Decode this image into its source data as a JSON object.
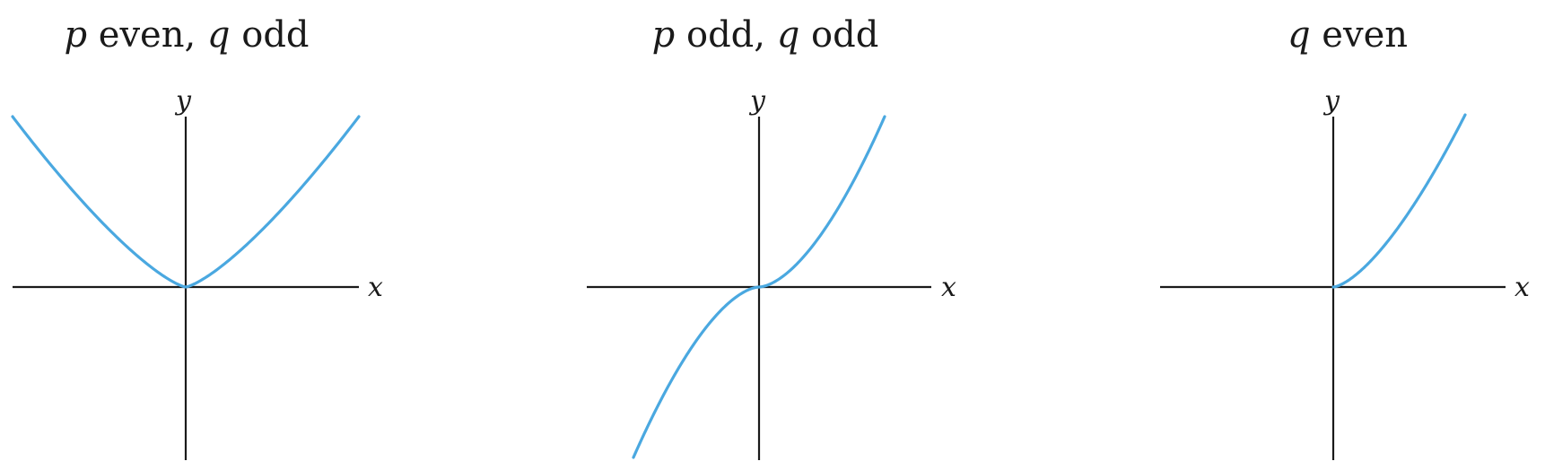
{
  "colors": {
    "curve": "#4aa8e0",
    "axis": "#1a1a1a"
  },
  "panels": [
    {
      "title": {
        "var1": "p",
        "text1": " even, ",
        "var2": "q",
        "text2": " odd"
      },
      "xlabel": "x",
      "ylabel": "y",
      "curve_type": "even-power"
    },
    {
      "title": {
        "var1": "p",
        "text1": " odd, ",
        "var2": "q",
        "text2": " odd"
      },
      "xlabel": "x",
      "ylabel": "y",
      "curve_type": "odd-power"
    },
    {
      "title": {
        "var1": "q",
        "text1": " even"
      },
      "xlabel": "x",
      "ylabel": "y",
      "curve_type": "half-power"
    }
  ]
}
